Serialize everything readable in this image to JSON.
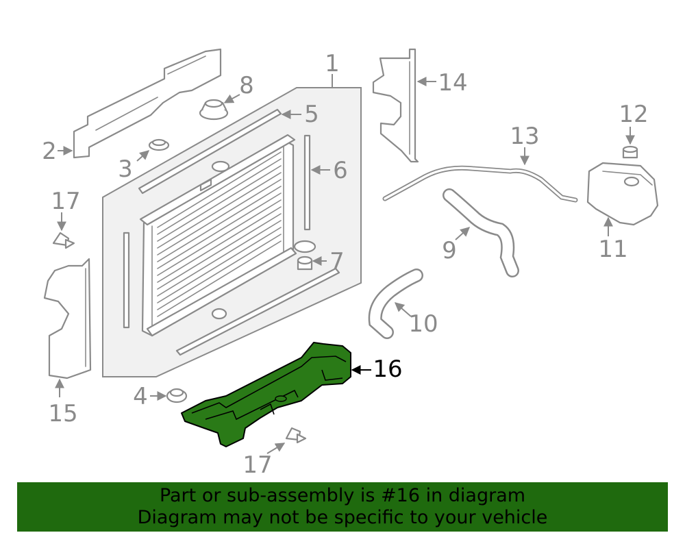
{
  "callouts": {
    "c1": "1",
    "c2": "2",
    "c3": "3",
    "c4": "4",
    "c5": "5",
    "c6": "6",
    "c7": "7",
    "c8": "8",
    "c9": "9",
    "c10": "10",
    "c11": "11",
    "c12": "12",
    "c13": "13",
    "c14": "14",
    "c15": "15",
    "c16": "16",
    "c17a": "17",
    "c17b": "17"
  },
  "highlight": {
    "part_number": "16",
    "color": "#1f6a0e"
  },
  "banner": {
    "line1": "Part or sub-assembly is #16 in diagram",
    "line2": "Diagram may not be specific to your vehicle"
  },
  "colors": {
    "line": "#8a8a8a",
    "highlight_fill": "#1f6a0e",
    "banner_bg": "#1f6a0e"
  }
}
